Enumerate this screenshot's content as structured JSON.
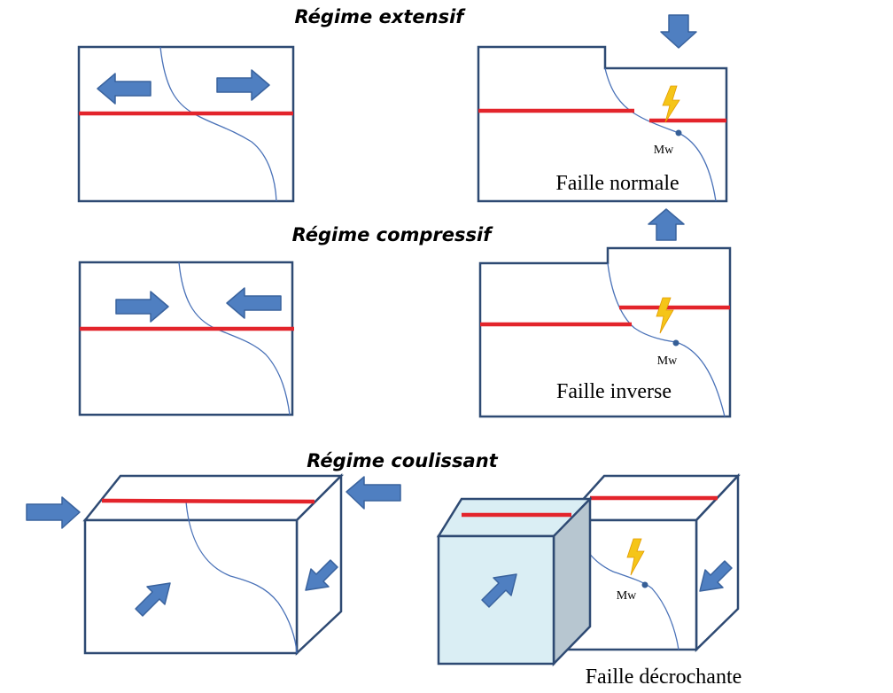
{
  "headings": {
    "extensional": "Régime extensif",
    "compressional": "Régime compressif",
    "strike_slip": "Régime coulissant"
  },
  "fault_labels": {
    "normal": "Faille normale",
    "reverse": "Faille inverse",
    "strike_slip": "Faille décrochante"
  },
  "epicenter_label": "Mw",
  "colors": {
    "outline": "#2e4a73",
    "fault_trace": "#4a72b8",
    "marker_line": "#e3242b",
    "arrow": "#4f7fc1",
    "lightning": "#f5c518",
    "block_face": "#daeef4",
    "block_side": "#b7c6d0"
  },
  "icons": {
    "stress_arrow": "block-arrow-icon",
    "rupture": "lightning-icon",
    "hypocenter": "dot-icon"
  }
}
